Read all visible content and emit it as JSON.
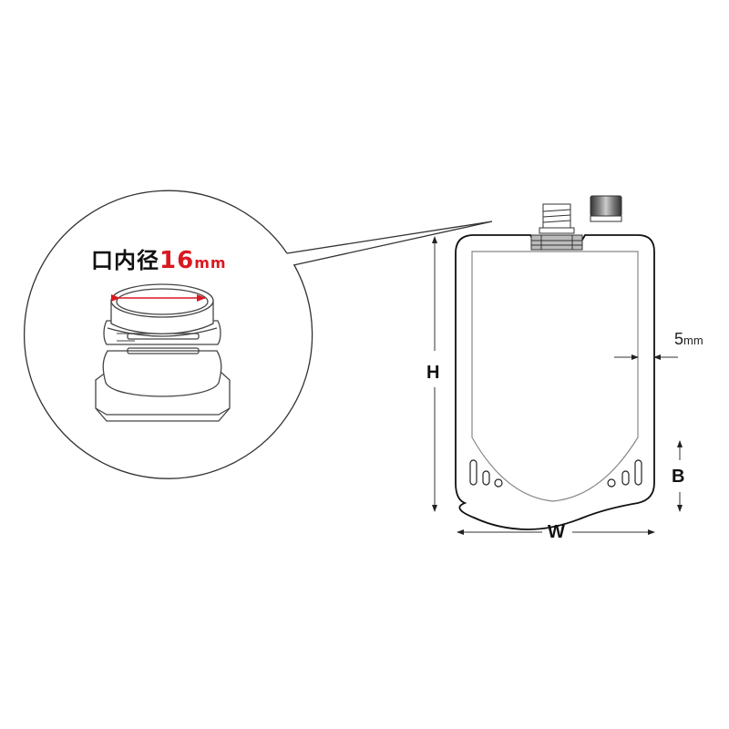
{
  "callout": {
    "label_prefix": "口内径",
    "label_value": "16",
    "label_unit": "mm",
    "accent_color": "#d91920"
  },
  "dimensions": {
    "height_label": "H",
    "width_label": "W",
    "bottom_gusset_label": "B",
    "seal_width_value": "5",
    "seal_width_unit": "mm"
  },
  "components": [
    "spout-detail-circle",
    "spout",
    "cap",
    "pouch-body",
    "hang-holes"
  ]
}
